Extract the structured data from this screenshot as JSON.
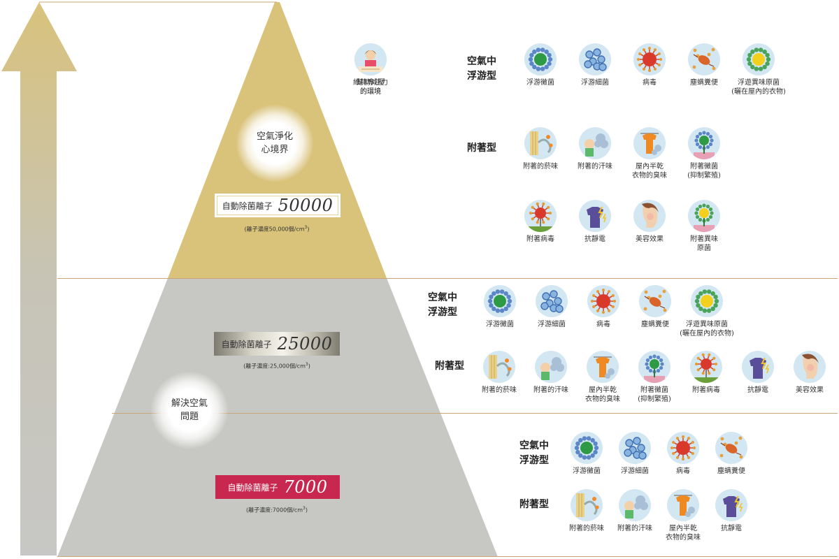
{
  "top_tier": {
    "glow_text": "空氣淨化\n心境界",
    "badge_label": "自動除菌離子",
    "badge_number": "50000",
    "note": "(離子濃度50,000個/cm",
    "note_sup": "3",
    "note_end": ")",
    "extras": [
      {
        "icon": "family-icon",
        "caption": "幫助減壓\n的環境"
      },
      {
        "icon": "student-icon",
        "caption": "維持專注力\n的環境"
      }
    ],
    "airborne_label": "空氣中\n浮游型",
    "airborne": [
      {
        "icon": "mold-icon",
        "caption": "浮游黴菌"
      },
      {
        "icon": "bacteria-icon",
        "caption": "浮游細菌"
      },
      {
        "icon": "virus-icon",
        "caption": "病毒"
      },
      {
        "icon": "mite-icon",
        "caption": "塵螨糞便"
      },
      {
        "icon": "odor-bacteria-icon",
        "caption": "浮遊異味原菌\n(曬在屋內的衣物)"
      }
    ],
    "attached_label": "附著型",
    "attached": [
      {
        "icon": "smoke-icon",
        "caption": "附著的菸味"
      },
      {
        "icon": "sweat-icon",
        "caption": "附著的汗味"
      },
      {
        "icon": "laundry-icon",
        "caption": "屋內半乾\n衣物的臭味"
      },
      {
        "icon": "attached-mold-icon",
        "caption": "附著黴菌\n(抑制繁殖)"
      },
      {
        "icon": "attached-virus-icon",
        "caption": "附著病毒"
      },
      {
        "icon": "static-icon",
        "caption": "抗靜電"
      },
      {
        "icon": "beauty-icon",
        "caption": "美容效果"
      },
      {
        "icon": "attached-odor-icon",
        "caption": "附著異味\n原菌"
      }
    ]
  },
  "mid_tier": {
    "badge_label": "自動除菌離子",
    "badge_number": "25000",
    "note": "(離子濃度:25,000個/cm",
    "note_sup": "3",
    "note_end": ")",
    "airborne_label": "空氣中\n浮游型",
    "airborne": [
      {
        "icon": "mold-icon",
        "caption": "浮游黴菌"
      },
      {
        "icon": "bacteria-icon",
        "caption": "浮游細菌"
      },
      {
        "icon": "virus-icon",
        "caption": "病毒"
      },
      {
        "icon": "mite-icon",
        "caption": "塵螨糞便"
      },
      {
        "icon": "odor-bacteria-icon",
        "caption": "浮遊異味原菌\n(曬在屋內的衣物)"
      }
    ],
    "attached_label": "附著型",
    "attached": [
      {
        "icon": "smoke-icon",
        "caption": "附著的菸味"
      },
      {
        "icon": "sweat-icon",
        "caption": "附著的汗味"
      },
      {
        "icon": "laundry-icon",
        "caption": "屋內半乾\n衣物的臭味"
      },
      {
        "icon": "attached-mold-icon",
        "caption": "附著黴菌\n(抑制繁殖)"
      },
      {
        "icon": "attached-virus-icon",
        "caption": "附著病毒"
      },
      {
        "icon": "static-icon",
        "caption": "抗靜電"
      },
      {
        "icon": "beauty-icon",
        "caption": "美容效果"
      }
    ]
  },
  "base_tier": {
    "glow_text": "解決空氣\n問題",
    "badge_label": "自動除菌離子",
    "badge_number": "7000",
    "note": "(離子濃度:7000個/cm",
    "note_sup": "3",
    "note_end": ")",
    "airborne_label": "空氣中\n浮游型",
    "airborne": [
      {
        "icon": "mold-icon",
        "caption": "浮游黴菌"
      },
      {
        "icon": "bacteria-icon",
        "caption": "浮游細菌"
      },
      {
        "icon": "virus-icon",
        "caption": "病毒"
      },
      {
        "icon": "mite-icon",
        "caption": "塵螨糞便"
      }
    ],
    "attached_label": "附著型",
    "attached": [
      {
        "icon": "smoke-icon",
        "caption": "附著的菸味"
      },
      {
        "icon": "sweat-icon",
        "caption": "附著的汗味"
      },
      {
        "icon": "laundry-icon",
        "caption": "屋內半乾\n衣物的臭味"
      },
      {
        "icon": "static-icon",
        "caption": "抗靜電"
      }
    ]
  },
  "colors": {
    "gold": "#d9c27a",
    "gray": "#c7c7c3",
    "red_badge": "#c8284f",
    "rule": "#c9a57a",
    "icon_bg": "#d3e7f2"
  }
}
